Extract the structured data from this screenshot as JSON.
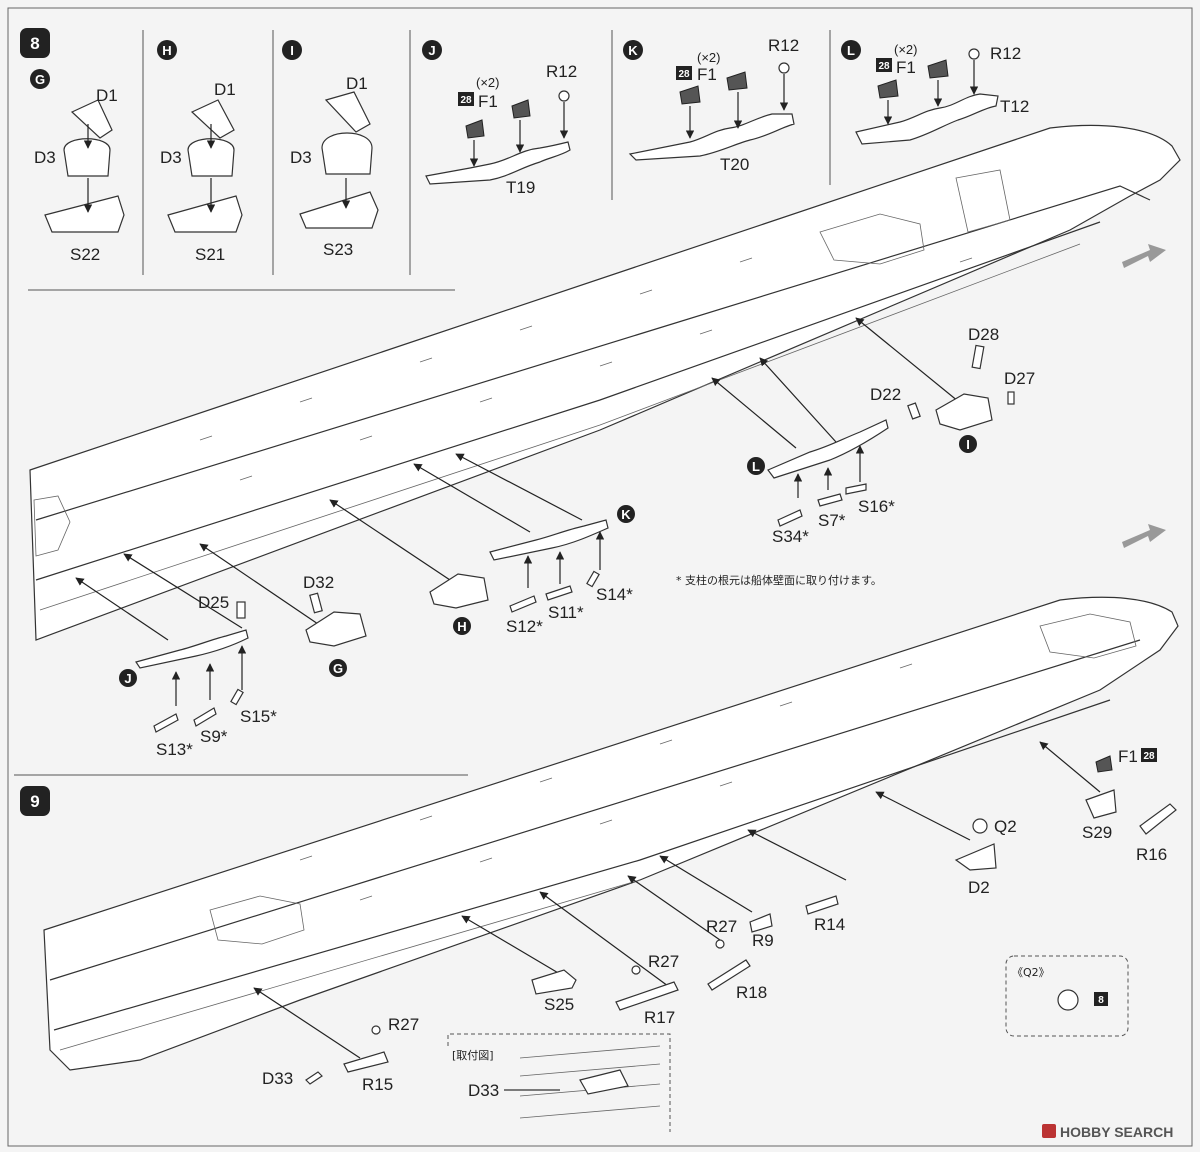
{
  "step8": {
    "number": "8",
    "sub_g": {
      "badge": "G",
      "top": "D1",
      "mid": "D3",
      "base": "S22"
    },
    "sub_h": {
      "badge": "H",
      "top": "D1",
      "mid": "D3",
      "base": "S21"
    },
    "sub_i": {
      "badge": "I",
      "top": "D1",
      "mid": "D3",
      "base": "S23"
    },
    "sub_j": {
      "badge": "J",
      "part": "F1",
      "count": "(×2)",
      "sq": "28",
      "screw": "R12",
      "base": "T19"
    },
    "sub_k": {
      "badge": "K",
      "part": "F1",
      "count": "(×2)",
      "sq": "28",
      "screw": "R12",
      "base": "T20"
    },
    "sub_l": {
      "badge": "L",
      "part": "F1",
      "count": "(×2)",
      "sq": "28",
      "screw": "R12",
      "base": "T12"
    },
    "callouts": {
      "d28": "D28",
      "d27": "D27",
      "d22": "D22",
      "i": "I",
      "l": "L",
      "s34": "S34*",
      "s7": "S7*",
      "s16": "S16*",
      "k": "K",
      "s12": "S12*",
      "s11": "S11*",
      "s14": "S14*",
      "h": "H",
      "d32": "D32",
      "g": "G",
      "d25": "D25",
      "j": "J",
      "s13": "S13*",
      "s9": "S9*",
      "s15": "S15*"
    },
    "note": "* 支柱の根元は船体壁面に取り付けます。"
  },
  "step9": {
    "number": "9",
    "labels": {
      "f1": "F1",
      "f1_sq": "28",
      "q2": "Q2",
      "s29": "S29",
      "r16": "R16",
      "d2": "D2",
      "r14": "R14",
      "r9": "R9",
      "r27a": "R27",
      "r18": "R18",
      "r27b": "R27",
      "r17": "R17",
      "s25": "S25",
      "r27c": "R27",
      "r15": "R15",
      "d33": "D33"
    },
    "inset": {
      "title": "《Q2》",
      "sq": "8"
    },
    "detail": {
      "title": "[取付図]",
      "label": "D33"
    }
  },
  "watermark": {
    "brand": "HOBBY SEARCH"
  }
}
